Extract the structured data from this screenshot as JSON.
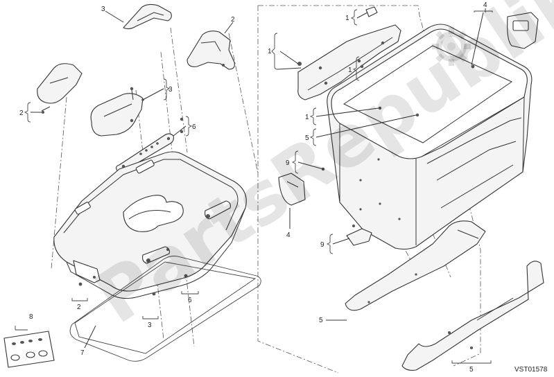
{
  "diagram": {
    "reference_code": "VST01578",
    "watermark_text": "PartsRepublik",
    "callouts": [
      "1",
      "2",
      "3",
      "4",
      "5",
      "6",
      "7",
      "8",
      "9"
    ]
  },
  "icons": {
    "watermark_logo": "gear-icon"
  },
  "colors": {
    "line": "#333333",
    "watermark": "#000000"
  }
}
